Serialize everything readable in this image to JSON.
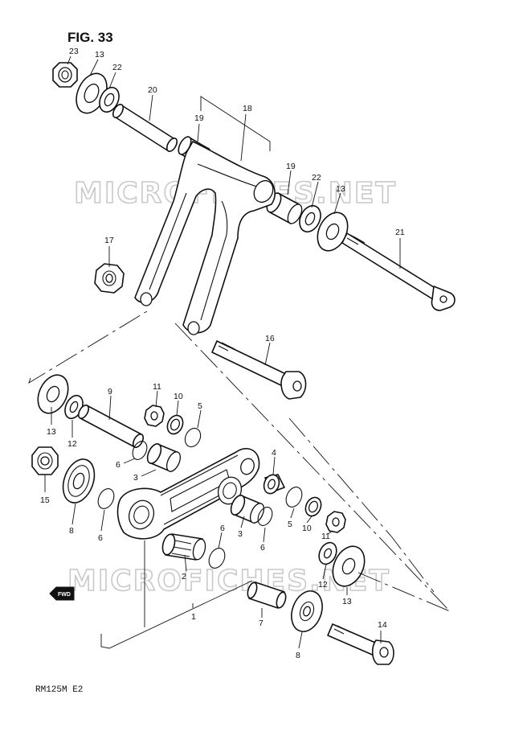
{
  "figure": {
    "title": "FIG. 33"
  },
  "footer": {
    "model_code": "RM125M E2"
  },
  "watermark": {
    "text": "MICROFICHES.NET"
  },
  "direction_badge": {
    "text": "FWD"
  },
  "part_labels": [
    {
      "id": "23",
      "text": "23"
    },
    {
      "id": "13a",
      "text": "13"
    },
    {
      "id": "22a",
      "text": "22"
    },
    {
      "id": "20",
      "text": "20"
    },
    {
      "id": "18",
      "text": "18"
    },
    {
      "id": "19a",
      "text": "19"
    },
    {
      "id": "19b",
      "text": "19"
    },
    {
      "id": "22b",
      "text": "22"
    },
    {
      "id": "13b",
      "text": "13"
    },
    {
      "id": "21",
      "text": "21"
    },
    {
      "id": "17",
      "text": "17"
    },
    {
      "id": "16",
      "text": "16"
    },
    {
      "id": "13c",
      "text": "13"
    },
    {
      "id": "12a",
      "text": "12"
    },
    {
      "id": "9",
      "text": "9"
    },
    {
      "id": "11a",
      "text": "11"
    },
    {
      "id": "10a",
      "text": "10"
    },
    {
      "id": "5a",
      "text": "5"
    },
    {
      "id": "6a",
      "text": "6"
    },
    {
      "id": "3a",
      "text": "3"
    },
    {
      "id": "15",
      "text": "15"
    },
    {
      "id": "8a",
      "text": "8"
    },
    {
      "id": "6b",
      "text": "6"
    },
    {
      "id": "4",
      "text": "4"
    },
    {
      "id": "3b",
      "text": "3"
    },
    {
      "id": "6c",
      "text": "6"
    },
    {
      "id": "6d",
      "text": "6"
    },
    {
      "id": "2",
      "text": "2"
    },
    {
      "id": "5b",
      "text": "5"
    },
    {
      "id": "10b",
      "text": "10"
    },
    {
      "id": "11b",
      "text": "11"
    },
    {
      "id": "12b",
      "text": "12"
    },
    {
      "id": "13d",
      "text": "13"
    },
    {
      "id": "1",
      "text": "1"
    },
    {
      "id": "7",
      "text": "7"
    },
    {
      "id": "14",
      "text": "14"
    },
    {
      "id": "8b",
      "text": "8"
    }
  ]
}
